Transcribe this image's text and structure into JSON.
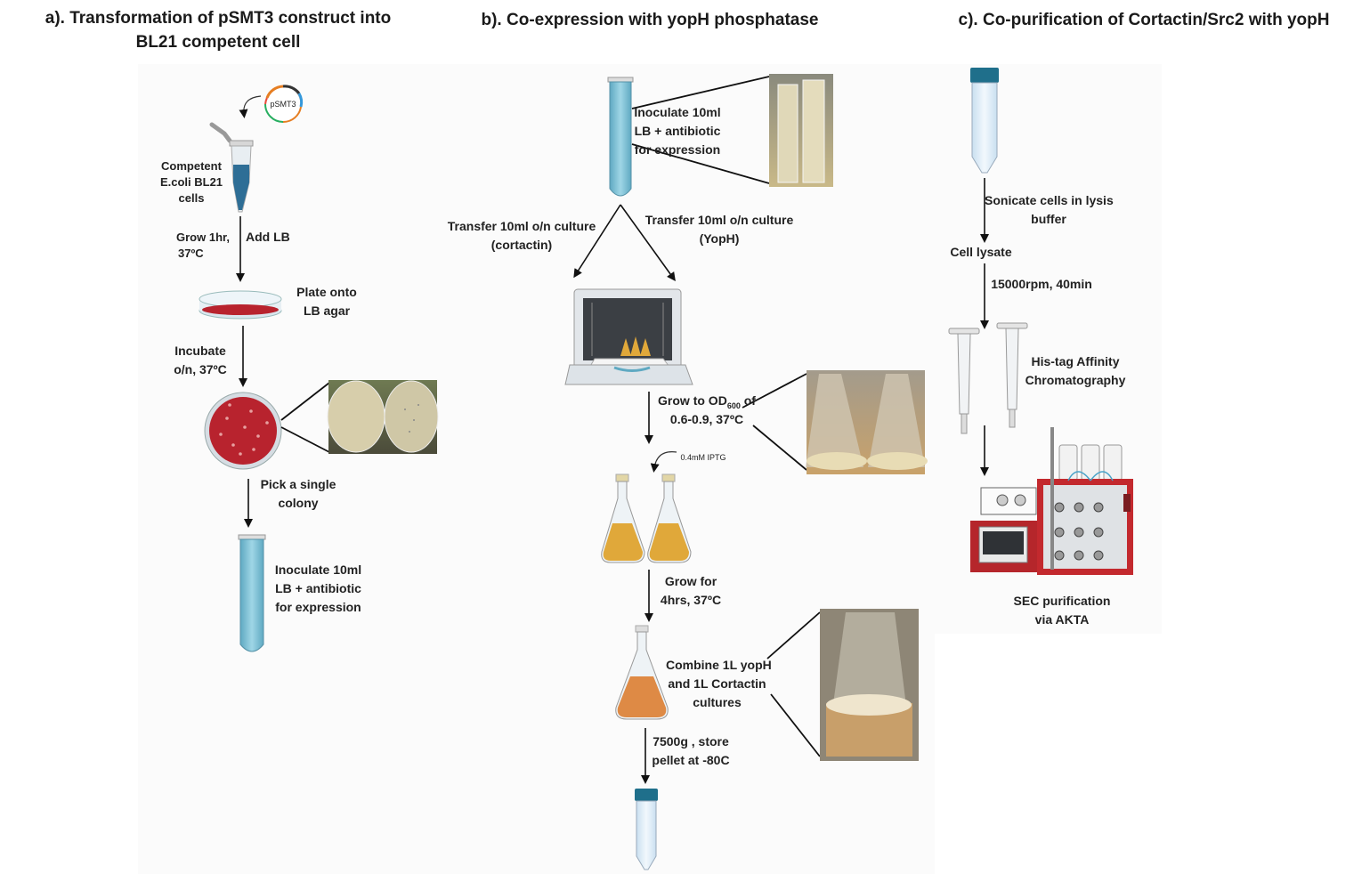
{
  "panels": {
    "a": {
      "title_line1": "a). Transformation of pSMT3 construct into",
      "title_line2": "BL21 competent cell",
      "plasmid_label": "pSMT3",
      "competent": "Competent",
      "ecoli": "E.coli  BL21",
      "cells": "cells",
      "grow": "Grow 1hr,",
      "grow_temp": "37ºC",
      "add_lb": "Add LB",
      "plate_1": "Plate onto",
      "plate_2": "LB agar",
      "incubate_1": "Incubate",
      "incubate_2": "o/n, 37ºC",
      "pick_1": "Pick a single",
      "pick_2": "colony",
      "inoc_1": "Inoculate 10ml",
      "inoc_2": "LB + antibiotic",
      "inoc_3": "for  expression"
    },
    "b": {
      "title": "b). Co-expression  with yopH phosphatase",
      "inoc_1": "Inoculate 10ml",
      "inoc_2": "LB + antibiotic",
      "inoc_3": "for  expression",
      "transfer_left_1": "Transfer 10ml o/n culture",
      "transfer_left_2": "(cortactin)",
      "transfer_right_1": "Transfer 10ml o/n culture",
      "transfer_right_2": "(YopH)",
      "grow_od_pre": "Grow  to OD",
      "grow_od_sub": "600",
      "grow_od_post": " of",
      "grow_od_2": "0.6-0.9, 37ºC",
      "iptg": "0.4mM IPTG",
      "grow4_1": "Grow for",
      "grow4_2": "4hrs, 37ºC",
      "combine_1": "Combine 1L yopH",
      "combine_2": "and 1L Cortactin",
      "combine_3": "cultures",
      "spin_1": "7500g , store",
      "spin_2": "pellet at -80C"
    },
    "c": {
      "title": "c). Co-purification  of Cortactin/Src2  with yopH",
      "sonicate_1": "Sonicate cells in lysis",
      "sonicate_2": "buffer",
      "lysate": "Cell lysate",
      "spin": "15000rpm, 40min",
      "his_1": "His-tag Affinity",
      "his_2": "Chromatography",
      "sec_1": "SEC purification",
      "sec_2": "via AKTA"
    }
  },
  "colors": {
    "tube_blue": "#7fc3d6",
    "cap_teal": "#1f6f8b",
    "agar_red": "#b8232e",
    "broth_orange": "#e0a83a",
    "akta_red": "#b5262b"
  }
}
